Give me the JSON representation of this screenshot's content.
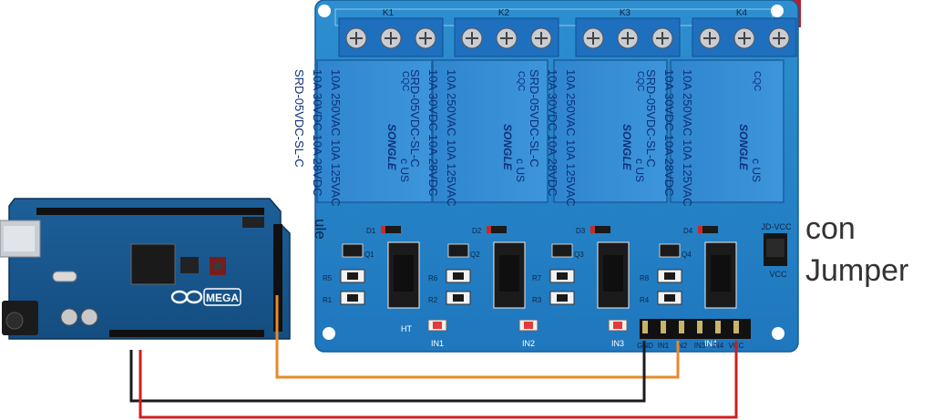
{
  "board": {
    "logo_text": "MEGA"
  },
  "relay_module": {
    "channel_labels": [
      "K1",
      "K2",
      "K3",
      "K4"
    ],
    "relay_lines": [
      "10A 250VAC  10A 125VAC",
      "10A 30VDC  10A 28VDC",
      "SRD-05VDC-SL-C"
    ],
    "relay_brand": "SONGLE",
    "relay_mark_cqc": "CQC",
    "relay_mark_us": "c US",
    "edge_text": "ule",
    "diodes": [
      "D1",
      "D2",
      "D3",
      "D4"
    ],
    "transistors": [
      "Q1",
      "Q2",
      "Q3",
      "Q4"
    ],
    "resistors": [
      "R5",
      "R1",
      "R6",
      "R2",
      "R7",
      "R3",
      "R8",
      "R4"
    ],
    "indicator_labels": [
      "IN1",
      "IN2",
      "IN3",
      "IN4"
    ],
    "power_led_label": "HT",
    "jumper_top_label": "JD-VCC",
    "jumper_bottom_label": "VCC",
    "header_pins": [
      "GND",
      "IN1",
      "IN2",
      "IN3",
      "IN4",
      "VCC"
    ]
  },
  "note": {
    "line1": "con",
    "line2": "Jumper"
  },
  "wire_colors": {
    "signal": "#e88a2a",
    "ground": "#1a1a1a",
    "power": "#d21d1d"
  }
}
